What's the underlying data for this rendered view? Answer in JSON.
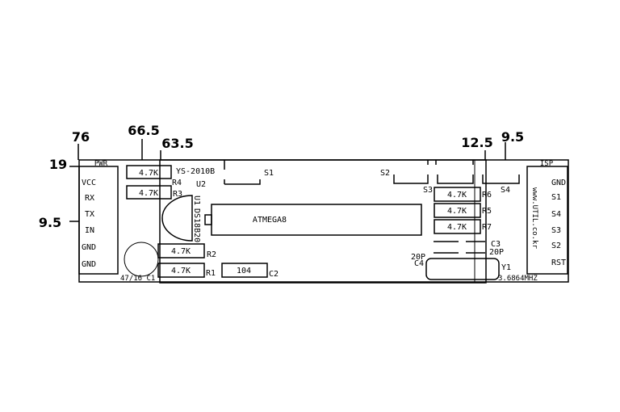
{
  "dimensions": {
    "d76": "76",
    "d665": "66.5",
    "d635": "63.5",
    "d19": "19",
    "d95_left": "9.5",
    "d125": "12.5",
    "d95_right": "9.5"
  },
  "pwr_header": {
    "title": "PWR",
    "pins": [
      "VCC",
      "RX",
      "TX",
      "IN",
      "GND",
      "GND"
    ]
  },
  "isp_header": {
    "title": "ISP",
    "pins": [
      "GND",
      "S1",
      "S4",
      "S3",
      "S2",
      "RST"
    ],
    "url": "www.UTIL.co.kr"
  },
  "resistors": {
    "r4": {
      "value": "4.7K",
      "ref": "R4"
    },
    "r3": {
      "value": "4.7K",
      "ref": "R3"
    },
    "r2": {
      "value": "4.7K",
      "ref": "R2"
    },
    "r1": {
      "value": "4.7K",
      "ref": "R1"
    },
    "r6": {
      "value": "4.7K",
      "ref": "R6"
    },
    "r5": {
      "value": "4.7K",
      "ref": "R5"
    },
    "r7": {
      "value": "4.7K",
      "ref": "R7"
    }
  },
  "parts": {
    "ys_model": "YS-2010B",
    "u2": "U2",
    "u1": "U1",
    "ds18b20": "DS18B20",
    "mcu": "ATMEGA8",
    "c2_value": "104",
    "c2_ref": "C2",
    "c1_label": "47/16 C1",
    "c3_value": "20P",
    "c3_ref": "C3",
    "c4_value": "20P",
    "c4_ref": "C4",
    "y1_ref": "Y1",
    "y1_freq": "3.6864MHZ"
  },
  "switches": {
    "s1": "S1",
    "s2": "S2",
    "s3": "S3",
    "s4": "S4"
  }
}
